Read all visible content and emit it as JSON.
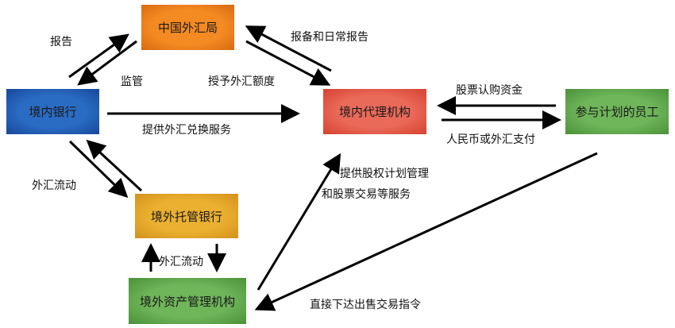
{
  "nodes": {
    "safe": {
      "label": "中国外汇局",
      "color": "#f07f1c"
    },
    "domestic_bank": {
      "label": "境内银行",
      "color": "#1f5db3"
    },
    "domestic_agent": {
      "label": "境内代理机构",
      "color": "#e05448"
    },
    "employees": {
      "label": "参与计划的员工",
      "color": "#5ea64b"
    },
    "custodian_bank": {
      "label": "境外托管银行",
      "color": "#e3a528"
    },
    "asset_manager": {
      "label": "境外资产管理机构",
      "color": "#5ea64b"
    }
  },
  "edges": {
    "report": "报告",
    "supervise": "监管",
    "filing_report": "报备和日常报告",
    "grant_quota": "授予外汇额度",
    "fx_exchange": "提供外汇兑换服务",
    "subscription_funds": "股票认购资金",
    "payment": "人民币或外汇支付",
    "fx_flow_1": "外汇流动",
    "fx_flow_2": "外汇流动",
    "plan_mgmt_line1": "提供股权计划管理",
    "plan_mgmt_line2": "和股票交易等服务",
    "sell_order": "直接下达出售交易指令"
  }
}
